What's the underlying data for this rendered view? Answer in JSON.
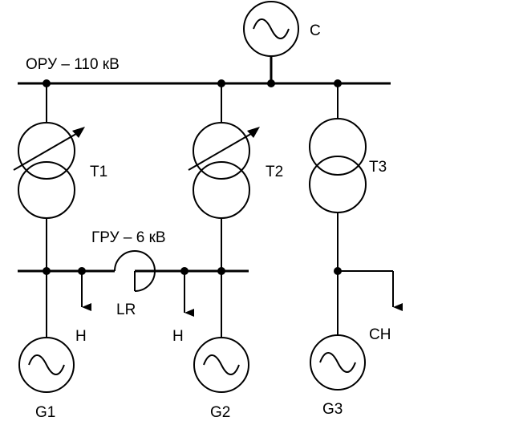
{
  "labels": {
    "system": "C",
    "hv_bus": "ОРУ – 110 кВ",
    "lv_bus": "ГРУ – 6 кВ",
    "t1": "T1",
    "t2": "T2",
    "t3": "T3",
    "reactor": "LR",
    "load1": "Н",
    "load2": "Н",
    "aux": "СН",
    "g1": "G1",
    "g2": "G2",
    "g3": "G3"
  }
}
